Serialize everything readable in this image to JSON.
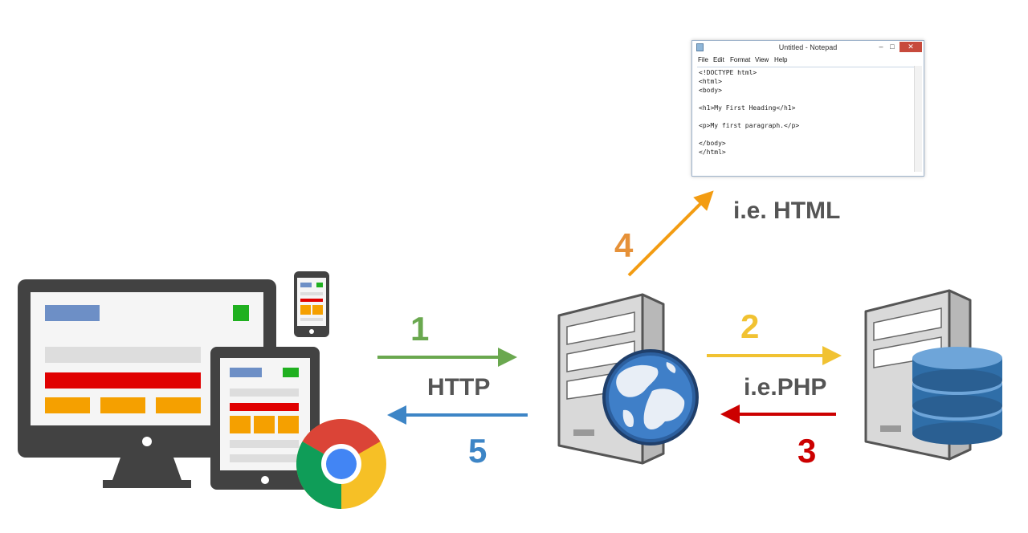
{
  "labels": {
    "step1": "1",
    "step2": "2",
    "step3": "3",
    "step4": "4",
    "step5": "5",
    "http": "HTTP",
    "php": "i.e.PHP",
    "html": "i.e. HTML"
  },
  "notepad": {
    "title": "Untitled - Notepad",
    "minimize": "–",
    "maximize": "□",
    "close": "✕",
    "menu": [
      "File",
      "Edit",
      "Format",
      "View",
      "Help"
    ],
    "lines": [
      "<!DOCTYPE html>",
      "<html>",
      "<body>",
      "",
      "<h1>My First Heading</h1>",
      "",
      "<p>My first paragraph.</p>",
      "",
      "</body>",
      "</html>"
    ]
  },
  "colors": {
    "step1": "#6aa84f",
    "step2": "#f1c232",
    "step3": "#cc0000",
    "step4": "#e69138",
    "step5": "#3d85c6",
    "arrow4": "#f39c12",
    "text_gray": "#555555"
  }
}
